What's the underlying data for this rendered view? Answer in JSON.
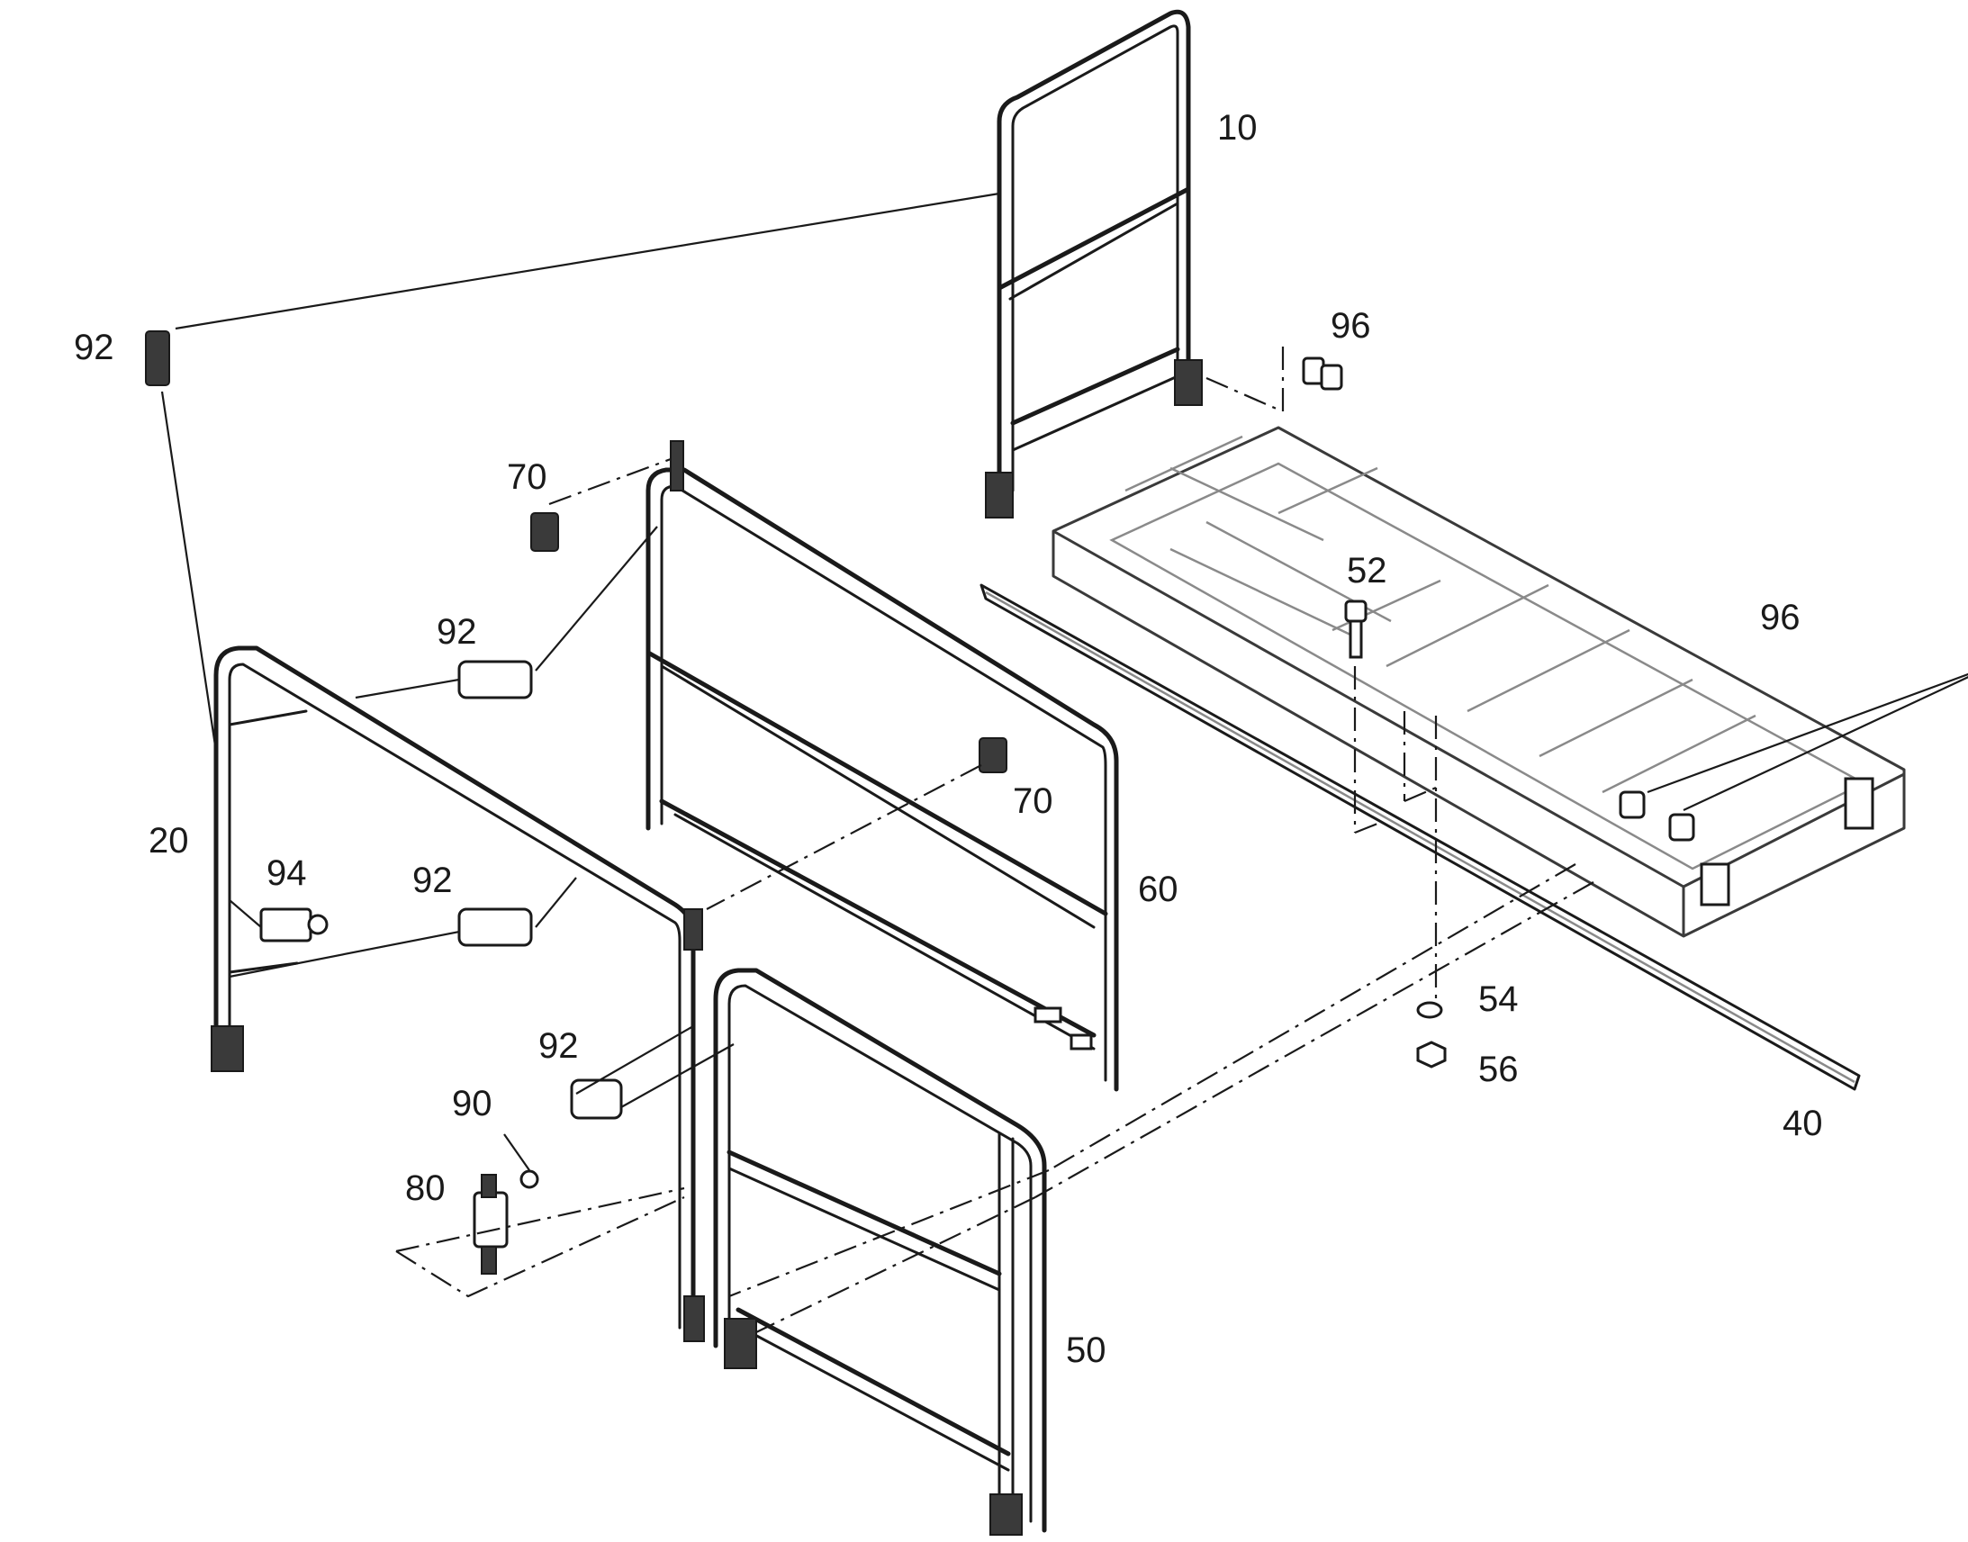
{
  "callouts": {
    "c10": "10",
    "c20": "20",
    "c40": "40",
    "c50": "50",
    "c52": "52",
    "c54": "54",
    "c56": "56",
    "c60": "60",
    "c70a": "70",
    "c70b": "70",
    "c80": "80",
    "c90": "90",
    "c92a": "92",
    "c92b": "92",
    "c92c": "92",
    "c92d": "92",
    "c94": "94",
    "c96a": "96",
    "c96b": "96"
  }
}
